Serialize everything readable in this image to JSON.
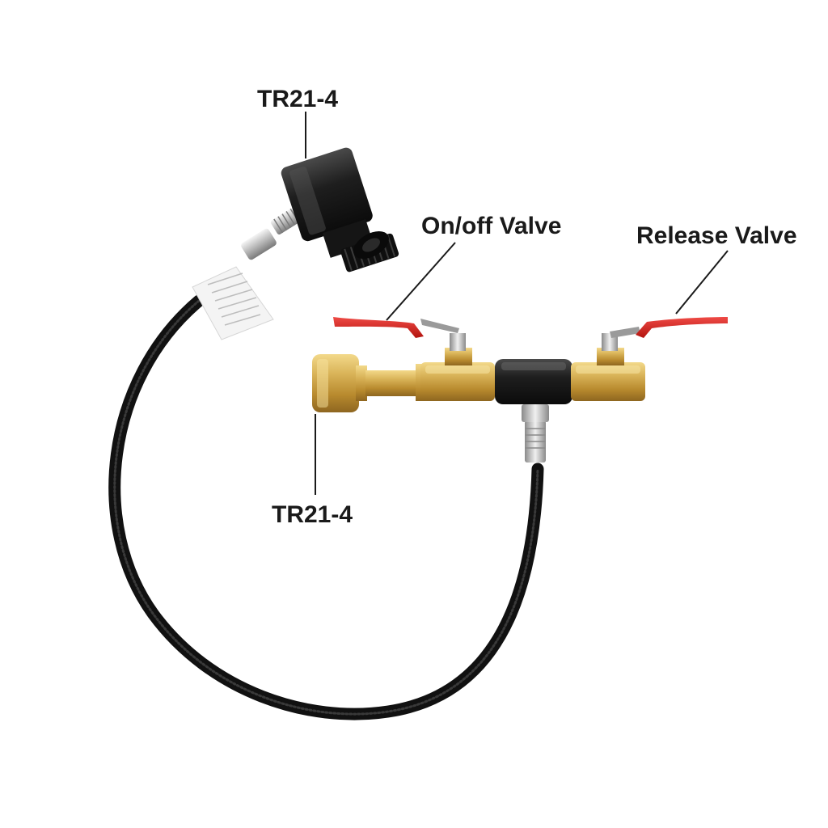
{
  "labels": {
    "top_fitting": "TR21-4",
    "on_off_valve": "On/off Valve",
    "release_valve": "Release Valve",
    "bottom_fitting": "TR21-4"
  },
  "colors": {
    "background": "#ffffff",
    "label_text": "#1a1a1a",
    "hose": "#1c1c1c",
    "brass": "#c9a24a",
    "valve_handle": "#d8231f",
    "adapter_black": "#1b1b1b"
  }
}
